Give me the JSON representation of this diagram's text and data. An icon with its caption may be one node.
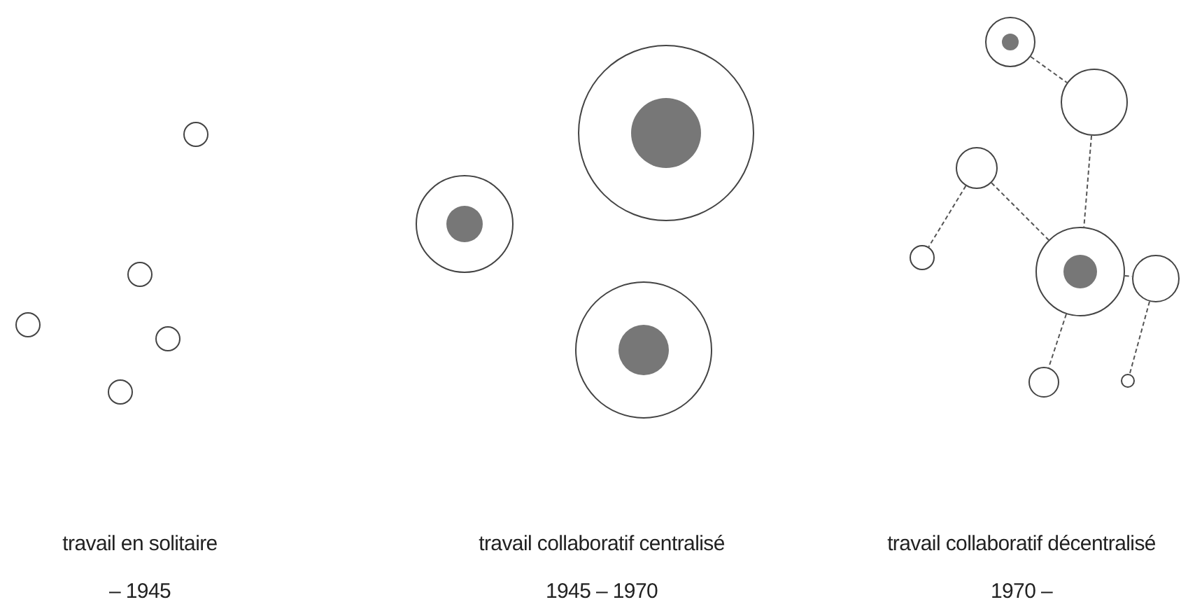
{
  "diagram": {
    "nodes": [
      {
        "text": [],
        "shape": "circle"
      },
      {
        "text": [],
        "shape": "circle"
      },
      {
        "text": [],
        "shape": "circle"
      },
      {
        "text": [],
        "shape": "circle"
      },
      {
        "text": [],
        "shape": "circle"
      },
      {
        "text": [],
        "shape": "circle"
      },
      {
        "text": [],
        "shape": "circle"
      },
      {
        "text": [],
        "shape": "circle"
      },
      {
        "text": [],
        "shape": "circle"
      },
      {
        "text": [],
        "shape": "circle"
      },
      {
        "text": [],
        "shape": "circle"
      },
      {
        "text": [],
        "shape": "circle"
      },
      {
        "text": [],
        "shape": "circle"
      },
      {
        "text": [],
        "shape": "circle"
      },
      {
        "text": [],
        "shape": "circle"
      },
      {
        "text": [],
        "shape": "circle"
      }
    ],
    "edges": [
      {
        "from": 8,
        "to": 9,
        "arrow": "none",
        "style": "dashed"
      },
      {
        "from": 9,
        "to": 12,
        "arrow": "none",
        "style": "dashed"
      },
      {
        "from": 10,
        "to": 12,
        "arrow": "none",
        "style": "dashed"
      },
      {
        "from": 10,
        "to": 11,
        "arrow": "none",
        "style": "dashed"
      },
      {
        "from": 12,
        "to": 13,
        "arrow": "none",
        "style": "dashed"
      },
      {
        "from": 12,
        "to": 14,
        "arrow": "none",
        "style": "dashed"
      },
      {
        "from": 13,
        "to": 15,
        "arrow": "none",
        "style": "dashed"
      }
    ],
    "labels": [
      "travail en solitaire",
      "travail collaboratif centralisé",
      "travail collaboratif décentralisé",
      "– 1945",
      "1945 – 1970",
      "1970 –"
    ]
  }
}
